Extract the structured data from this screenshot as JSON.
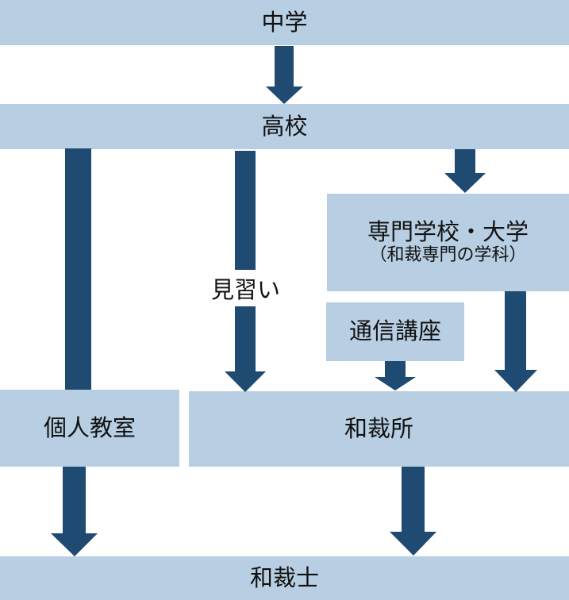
{
  "diagram": {
    "colors": {
      "box_fill": "#b8cfe3",
      "arrow": "#1f4a72",
      "text": "#111111"
    },
    "nodes": {
      "junior_high": "中学",
      "high_school": "高校",
      "vocational": {
        "title": "専門学校・大学",
        "subtitle": "（和裁専門の学科）"
      },
      "correspondence": "通信講座",
      "private_class": "個人教室",
      "workshop": "和裁所",
      "wasaishi": "和裁士"
    },
    "edge_labels": {
      "apprentice": "見習い"
    },
    "edges": [
      {
        "from": "中学",
        "to": "高校"
      },
      {
        "from": "高校",
        "to": "個人教室"
      },
      {
        "from": "高校",
        "to": "和裁所",
        "label": "見習い"
      },
      {
        "from": "高校",
        "to": "専門学校・大学"
      },
      {
        "from": "通信講座",
        "to": "和裁所"
      },
      {
        "from": "専門学校・大学",
        "to": "和裁所"
      },
      {
        "from": "個人教室",
        "to": "和裁士"
      },
      {
        "from": "和裁所",
        "to": "和裁士"
      }
    ]
  }
}
